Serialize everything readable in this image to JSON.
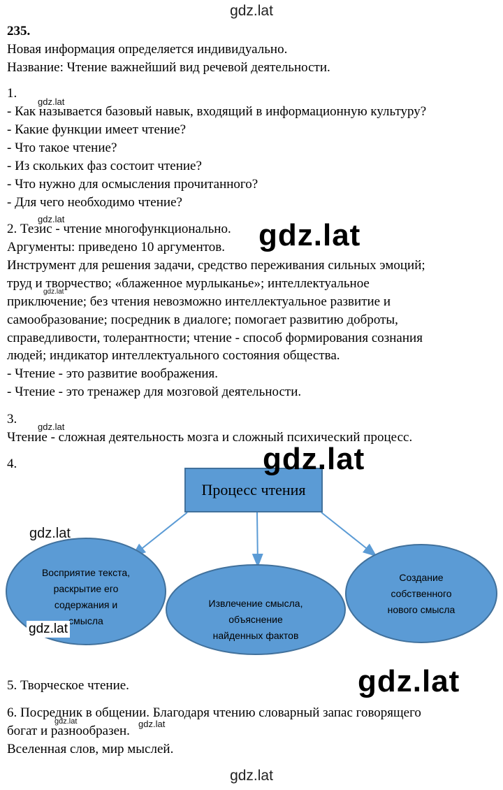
{
  "watermark": "gdz.lat",
  "header": {
    "number": "235."
  },
  "lines": [
    "Новая информация определяется индивидуально.",
    "Название: Чтение важнейший вид речевой деятельности.",
    "1.",
    "- Как называется базовый навык, входящий в информационную культуру?",
    "- Какие функции имеет чтение?",
    "- Что такое чтение?",
    "- Из скольких фаз состоит чтение?",
    "- Что нужно для осмысления прочитанного?",
    "- Для чего необходимо чтение?",
    "2. Тезис - чтение многофункционально.",
    "Аргументы: приведено 10 аргументов.",
    "Инструмент для решения задачи, средство переживания сильных эмоций;",
    "труд и творчество; «блаженное мурлыканье»; интеллектуальное",
    "приключение; без чтения невозможно интеллектуальное развитие и",
    "самообразование; посредник в диалоге; помогает развитию доброты,",
    "справедливости, толерантности; чтение - способ формирования сознания",
    "людей; индикатор интеллектуального состояния общества.",
    " - Чтение - это развитие воображения.",
    "- Чтение - это тренажер для мозговой деятельности.",
    "3.",
    "Чтение - сложная деятельность мозга и сложный психический процесс.",
    "4.",
    "5. Творческое чтение.",
    "6. Посредник в общении. Благодаря чтению словарный запас говорящего",
    "богат и разнообразен.",
    "Вселенная слов, мир мыслей."
  ],
  "diagram": {
    "title": "Процесс чтения",
    "node_left": [
      "Восприятие текста,",
      "раскрытие его",
      "содержания и",
      "смысла"
    ],
    "node_middle": [
      "Извлечение смысла,",
      "объяснение",
      "найденных фактов"
    ],
    "node_right": [
      "Создание",
      "собственного",
      "нового смысла"
    ],
    "fill_color": "#5b9bd5",
    "border_color": "#41719c",
    "arrow_color": "#5b9bd5"
  }
}
